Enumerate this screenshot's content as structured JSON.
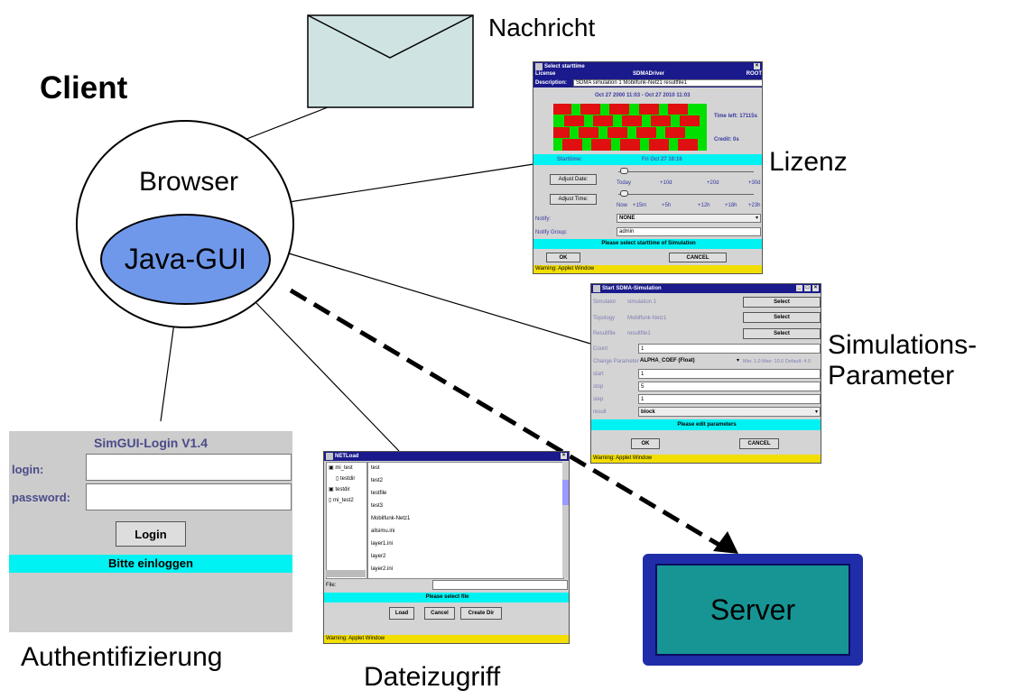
{
  "labels": {
    "client": "Client",
    "nachricht": "Nachricht",
    "lizenz": "Lizenz",
    "simulations_line1": "Simulations-",
    "simulations_line2": "Parameter",
    "authentifizierung": "Authentifizierung",
    "dateizugriff": "Dateizugriff",
    "browser": "Browser",
    "java_gui": "Java-GUI",
    "server": "Server"
  },
  "license_window": {
    "title": "Select starttime",
    "license": "License",
    "driver": "SDMADriver",
    "root": "ROOT",
    "description_label": "Description:",
    "description_value": "SDMA simulation 1 Mobilfunk-Netz1 resultfile1",
    "date_range": "Oct 27 2000 11:03 - Oct 27 2010 11:03",
    "time_left": "Time left: 17115s",
    "credit": "Credit: 0s",
    "starttime_label": "Starttime:",
    "starttime_value": "Fri Oct 27 16:16",
    "adjust_date": "Adjust Date:",
    "adjust_time": "Adjust Time:",
    "date_ticks": [
      "Today",
      "+10d",
      "+20d",
      "+30d"
    ],
    "time_ticks": [
      "Now",
      "+15m",
      "+5h",
      "+12h",
      "+18h",
      "+23h"
    ],
    "notify_label": "Notify:",
    "notify_value": "NONE",
    "notify_group_label": "Notify Group:",
    "notify_group_value": "admin",
    "status": "Please select starttime of Simulation",
    "ok": "OK",
    "cancel": "CANCEL",
    "warning": "Warning: Applet Window"
  },
  "sim_window": {
    "title": "Start SDMA-Simulation",
    "rows": [
      {
        "label": "Simulator",
        "value": "simulation 1",
        "button": "Select"
      },
      {
        "label": "Topology",
        "value": "Mobilfunk-Netz1",
        "button": "Select"
      },
      {
        "label": "Resultfile",
        "value": "resultfile1",
        "button": "Select"
      }
    ],
    "count_label": "Count",
    "count_value": "1",
    "change_label": "Change Parameter",
    "change_value": "ALPHA_COEF (Float)",
    "change_range": "Min: 1.0 Max: 10.0 Default: 4.0",
    "start_label": "start",
    "start_value": "1",
    "stop_label": "stop",
    "stop_value": "5",
    "step_label": "step",
    "step_value": "1",
    "result_label": "result",
    "result_value": "block",
    "status": "Please edit parameters",
    "ok": "OK",
    "cancel": "CANCEL",
    "warning": "Warning: Applet Window"
  },
  "login_window": {
    "title": "SimGUI-Login V1.4",
    "login_label": "login:",
    "password_label": "password:",
    "login_button": "Login",
    "status": "Bitte einloggen"
  },
  "netload_window": {
    "title": "NETLoad",
    "tree": [
      "mi_test",
      "testdir",
      "testdir",
      "mi_test2"
    ],
    "files": [
      "test",
      "test2",
      "testfile",
      "test3",
      "Mobilfunk-Netz1",
      "allsimu.ini",
      "layer1.ini",
      "layer2",
      "layer2.ini"
    ],
    "file_label": "File:",
    "status": "Please select file",
    "load": "Load",
    "cancel": "Cancel",
    "create_dir": "Create Dir",
    "warning": "Warning: Applet Window"
  }
}
